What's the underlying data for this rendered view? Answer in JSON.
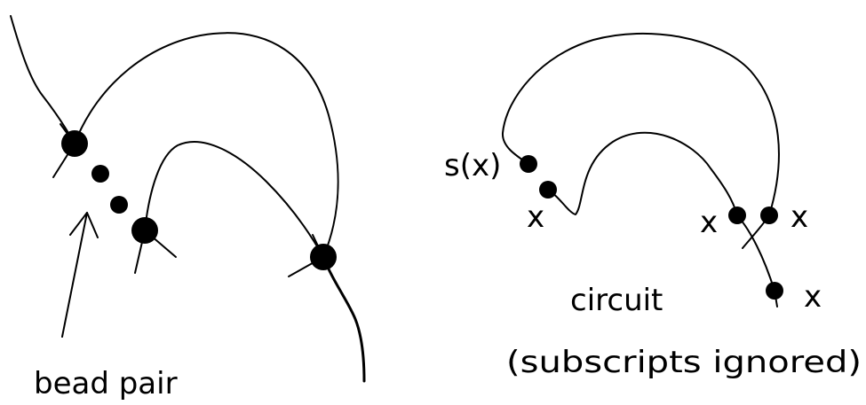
{
  "left_diagram": {
    "arrow_label": "bead pair"
  },
  "right_diagram": {
    "start_label": "s(x)",
    "x_labels": [
      "x",
      "x",
      "x",
      "x"
    ],
    "caption": "circuit",
    "note": "(subscripts ignored)"
  },
  "colors": {
    "ink": "#000000",
    "background": "#ffffff"
  }
}
